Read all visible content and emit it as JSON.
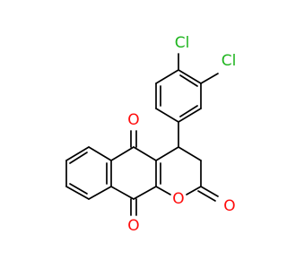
{
  "colors": {
    "background": "#ffffff",
    "bond": "#000000",
    "oxygen": "#ff0d0d",
    "chlorine": "#1fb51f"
  },
  "atoms": {
    "cl_top": "Cl",
    "cl_right": "Cl",
    "o_quinone_top": "O",
    "o_quinone_bottom": "O",
    "o_ring": "O",
    "o_carbonyl": "O"
  }
}
